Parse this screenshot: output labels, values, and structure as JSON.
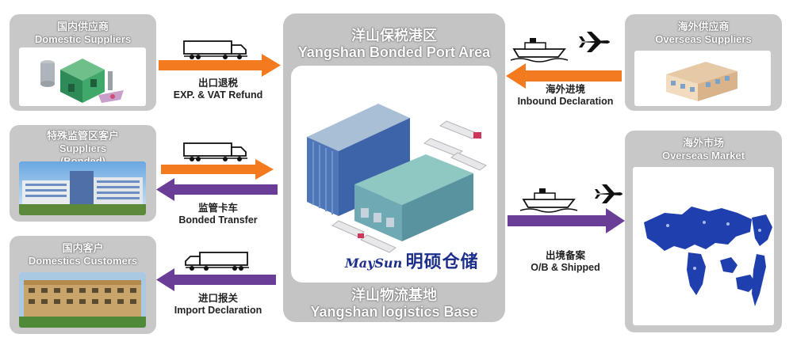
{
  "center": {
    "title_cn": "洋山保税港区",
    "title_en": "Yangshan Bonded Port Area",
    "base_cn": "洋山物流基地",
    "base_en": "Yangshan logistics Base",
    "logo_latin": "MaySun",
    "logo_cn": "明硕仓储"
  },
  "panels": {
    "domestic_suppliers": {
      "cn": "国内供应商",
      "en": "Domestic Suppliers"
    },
    "special_zone": {
      "cn": "特殊监管区客户",
      "en1": "Suppliers",
      "en2": "(Bonded)"
    },
    "domestic_customers": {
      "cn": "国内客户",
      "en": "Domestics Customers"
    },
    "overseas_suppliers": {
      "cn": "海外供应商",
      "en": "Overseas Suppliers"
    },
    "overseas_market": {
      "cn": "海外市场",
      "en": "Overseas Market"
    }
  },
  "flows": {
    "export_refund": {
      "cn": "出口退税",
      "en": "EXP. & VAT Refund"
    },
    "bonded_transfer": {
      "cn": "监管卡车",
      "en": "Bonded Transfer"
    },
    "import_declaration": {
      "cn": "进口报关",
      "en": "Import Declaration"
    },
    "inbound_declaration": {
      "cn": "海外进境",
      "en": "Inbound Declaration"
    },
    "outbound": {
      "cn": "出境备案",
      "en": "O/B & Shipped"
    }
  },
  "colors": {
    "orange": "#f47a1f",
    "purple": "#6a3d97",
    "panel": "#c8c8c8",
    "title_text": "#ffffff"
  },
  "icons": [
    "truck-icon",
    "ship-icon",
    "airplane-icon",
    "factory-icon",
    "building-icon",
    "world-map-icon",
    "warehouse-icon"
  ]
}
